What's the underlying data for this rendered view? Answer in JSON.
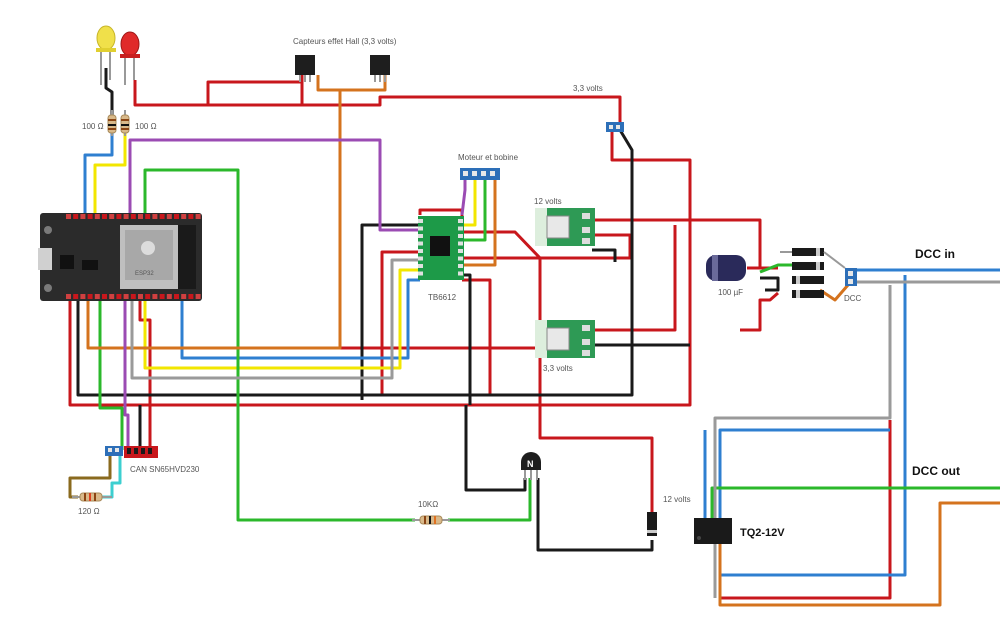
{
  "labels": {
    "hall_sensors": "Capteurs effet Hall (3,3 volts)",
    "v33_top": "3,3 volts",
    "r_led_left": "100 Ω",
    "r_led_right": "100 Ω",
    "motor_coil": "Moteur et bobine",
    "v12_top": "12 volts",
    "tb6612": "TB6612",
    "cap": "100 µF",
    "dcc_small": "DCC",
    "dcc_in": "DCC in",
    "v33_bottom": "3,3 volts",
    "can": "CAN SN65HVD230",
    "r_120": "120 Ω",
    "r_10k": "10KΩ",
    "v12_bottom": "12 volts",
    "tq2": "TQ2-12V",
    "dcc_out": "DCC out",
    "transistor_mark": "N",
    "esp_mark": "ESP32"
  },
  "colors": {
    "red_wire": "#c8171c",
    "black_wire": "#1a1a1a",
    "blue_wire": "#2f7fd0",
    "yellow_wire": "#f2e600",
    "green_wire": "#2bb82b",
    "orange_wire": "#d4731e",
    "purple_wire": "#9b4bb3",
    "grey_wire": "#9a9a9a",
    "cyan_wire": "#3ccfd0",
    "brown_wire": "#8a6a1e",
    "board_dark": "#2b2b2b",
    "board_green": "#2a8f4a",
    "dc_module": "#2e9a55",
    "connector_blue": "#2d6fb8"
  }
}
